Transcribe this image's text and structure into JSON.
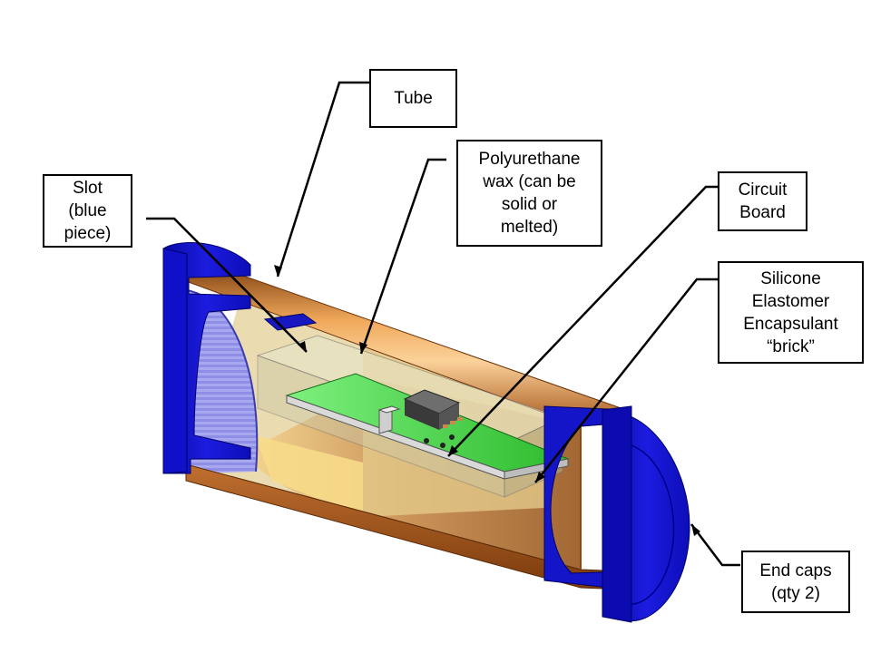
{
  "labels": {
    "tube": [
      "Tube"
    ],
    "polyurethane": [
      "Polyurethane",
      "wax (can be",
      "solid or",
      "melted)"
    ],
    "slot": [
      "Slot",
      "(blue",
      "piece)"
    ],
    "circuit_board": [
      "Circuit",
      "Board"
    ],
    "silicone": [
      "Silicone",
      "Elastomer",
      "Encapsulant",
      "“brick”"
    ],
    "end_caps": [
      "End caps",
      "(qty 2)"
    ]
  },
  "colors": {
    "end_cap_blue": "#1a1ad6",
    "tube_copper": "#c8731e",
    "board_green": "#3ecb3e",
    "wax_tan": "#e8d8a0",
    "leader_line": "#000000"
  }
}
